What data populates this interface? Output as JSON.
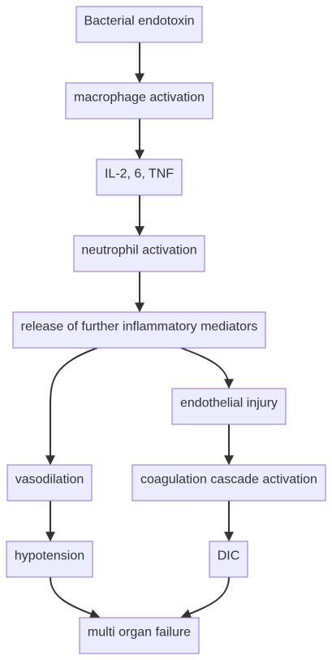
{
  "diagram": {
    "nodes": {
      "endotoxin": "Bacterial endotoxin",
      "macrophage": "macrophage activation",
      "cytokines": "IL-2, 6, TNF",
      "neutrophil": "neutrophil activation",
      "mediators": "release of further inflammatory mediators",
      "endothelial": "endothelial injury",
      "vasodilation": "vasodilation",
      "coagulation": "coagulation cascade activation",
      "hypotension": "hypotension",
      "dic": "DIC",
      "failure": "multi organ failure"
    },
    "edges": [
      [
        "endotoxin",
        "macrophage"
      ],
      [
        "macrophage",
        "cytokines"
      ],
      [
        "cytokines",
        "neutrophil"
      ],
      [
        "neutrophil",
        "mediators"
      ],
      [
        "mediators",
        "vasodilation"
      ],
      [
        "mediators",
        "endothelial"
      ],
      [
        "endothelial",
        "coagulation"
      ],
      [
        "vasodilation",
        "hypotension"
      ],
      [
        "coagulation",
        "dic"
      ],
      [
        "hypotension",
        "failure"
      ],
      [
        "dic",
        "failure"
      ]
    ],
    "colors": {
      "node_fill": "#ececff",
      "node_stroke": "#9370db",
      "text": "#333333",
      "edge": "#333333"
    }
  }
}
